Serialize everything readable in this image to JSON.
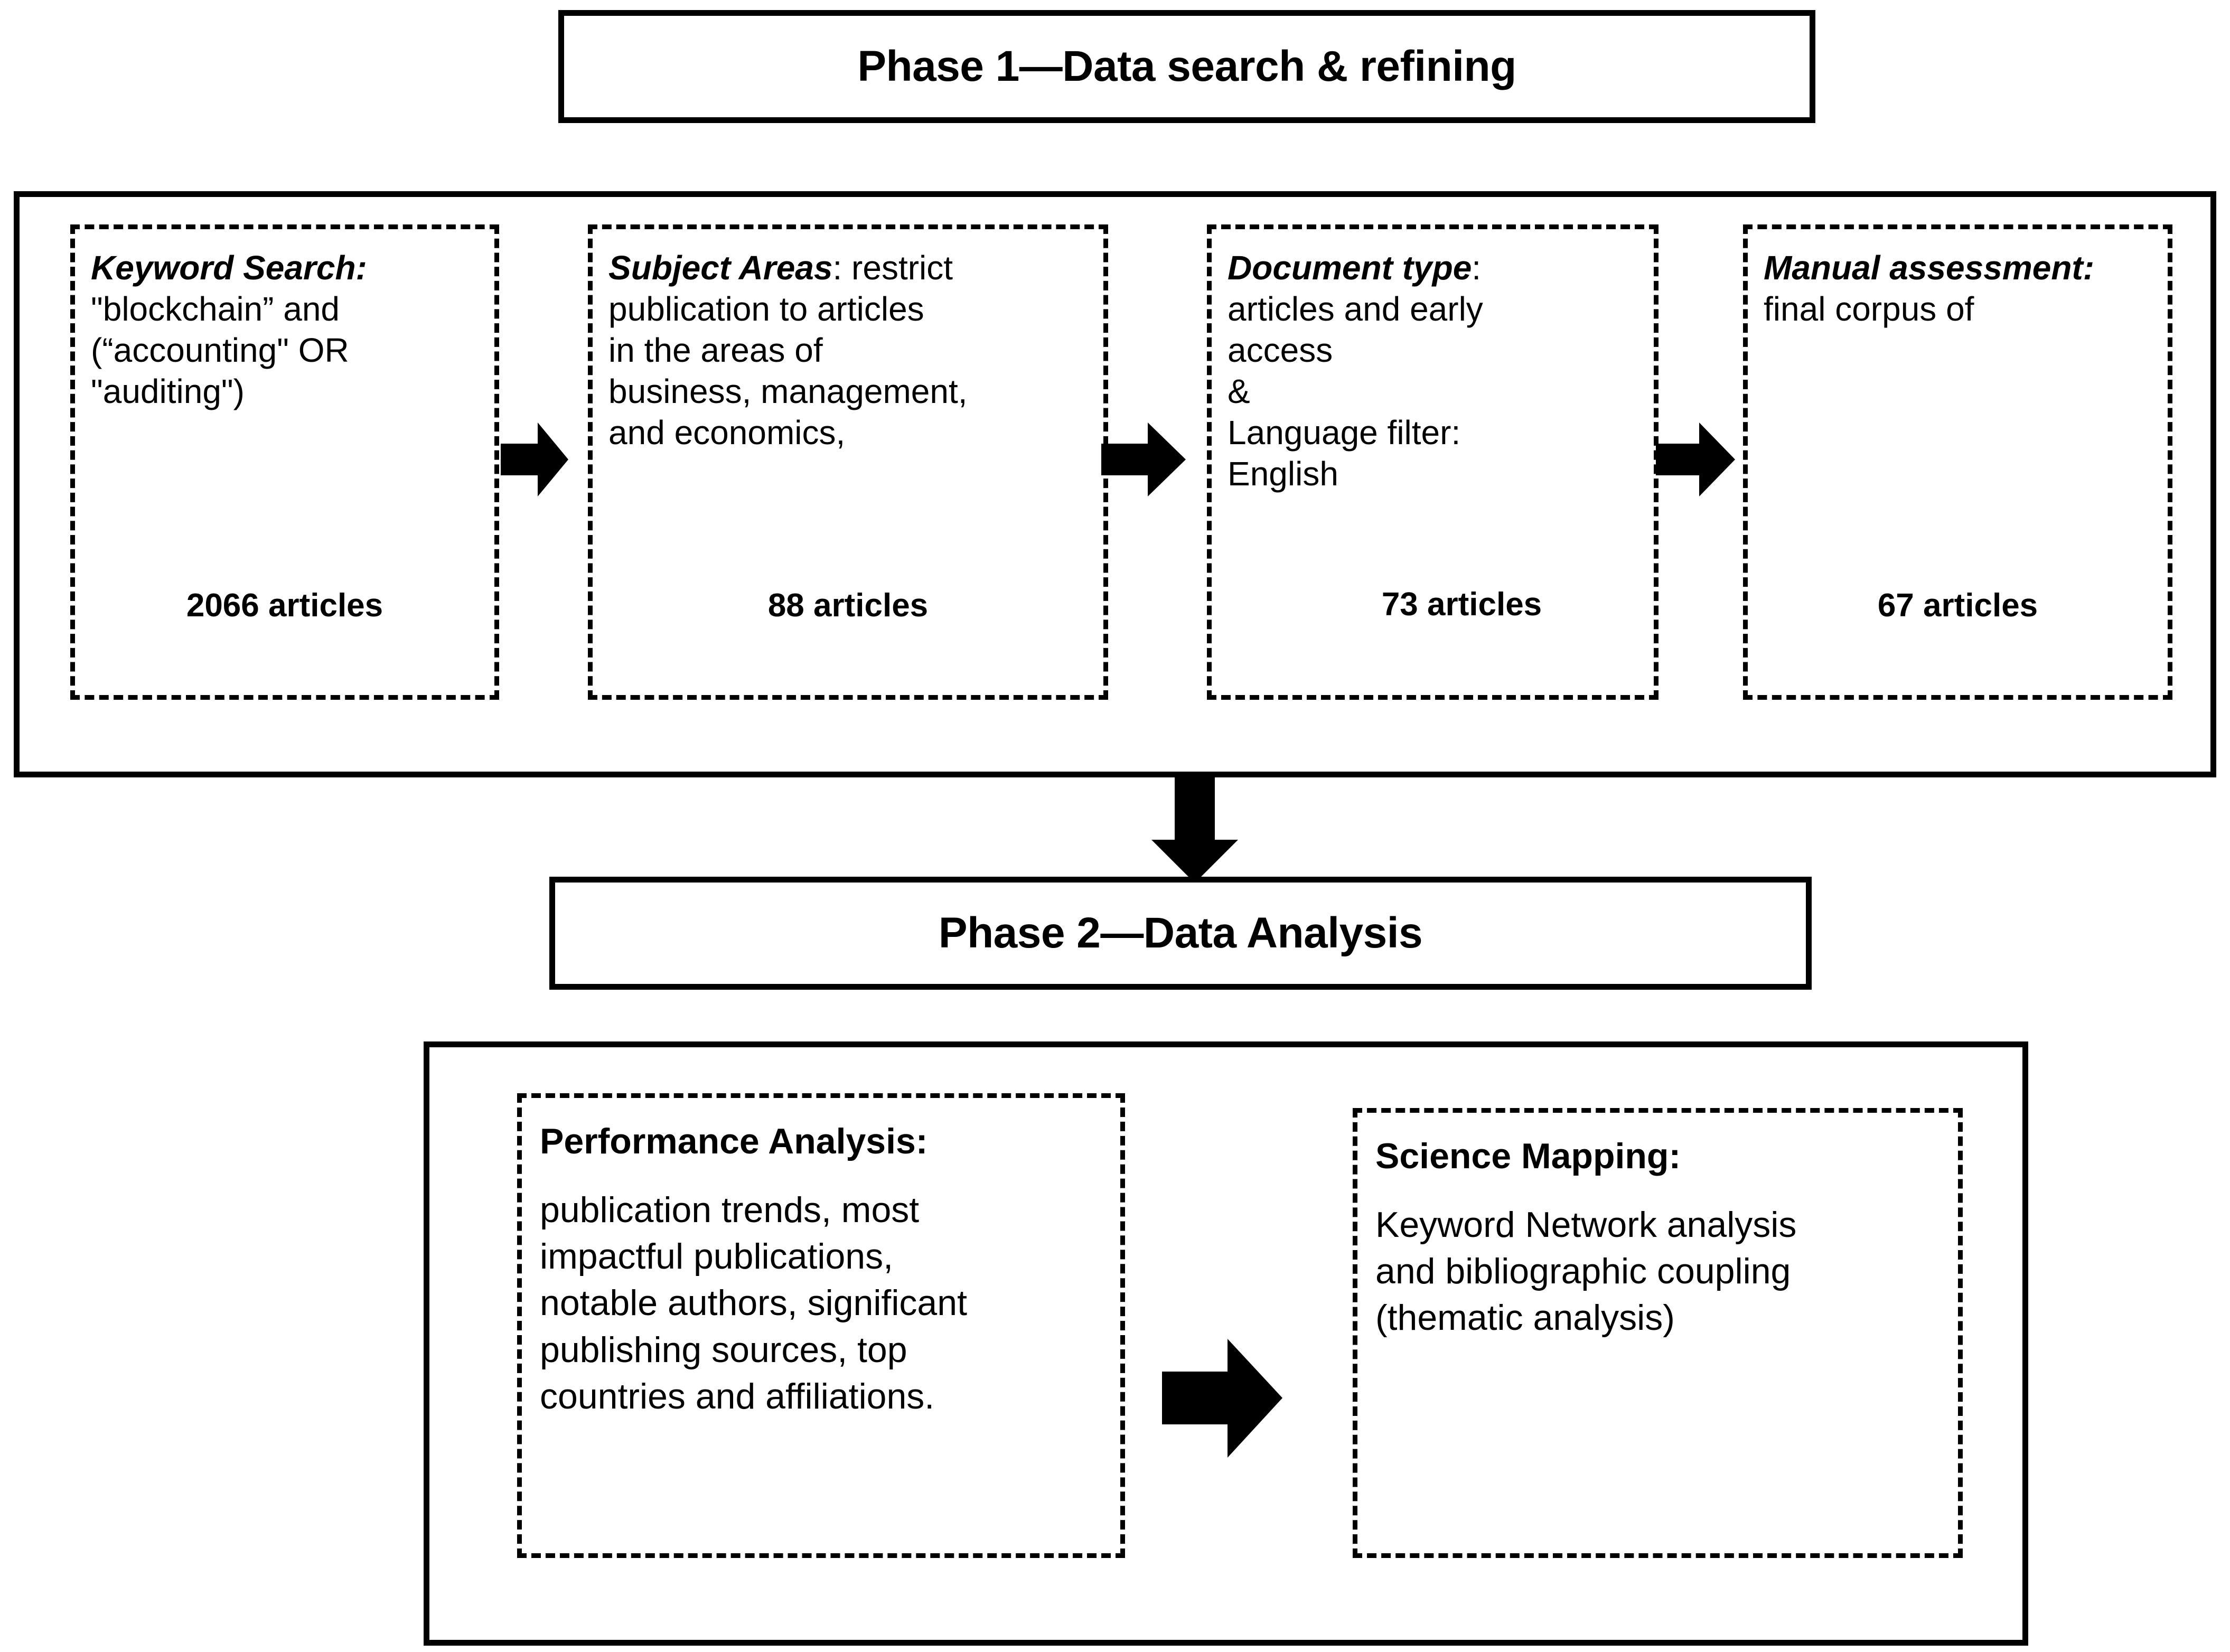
{
  "diagram": {
    "title": "Bibliometric research methodology flowchart",
    "accent_color": "#000000",
    "background_color": "#ffffff"
  },
  "phase1": {
    "banner_label": "Phase 1—Data search & refining",
    "steps": [
      {
        "title": "Keyword Search:",
        "title_plain_suffix": "",
        "body": "\"blockchain” and\n(“accounting\" OR\n\"auditing\")",
        "count": "2066 articles"
      },
      {
        "title": "Subject Areas",
        "title_plain_suffix": ": restrict",
        "body": "publication to articles\nin the areas of\nbusiness, management,\nand economics,",
        "count": "88 articles"
      },
      {
        "title": "Document type",
        "title_plain_suffix": ":",
        "body": "articles and early\naccess\n&\nLanguage filter:\nEnglish",
        "count": "73 articles"
      },
      {
        "title": "Manual assessment:",
        "title_plain_suffix": "",
        "body": "final corpus of",
        "count": "67 articles"
      }
    ]
  },
  "phase2": {
    "banner_label": "Phase 2—Data Analysis",
    "boxes": [
      {
        "title": "Performance Analysis:",
        "body": "publication trends, most\nimpactful publications,\nnotable authors, significant\npublishing sources, top\ncountries and affiliations."
      },
      {
        "title": "Science Mapping:",
        "body": "Keyword Network analysis\nand bibliographic coupling\n(thematic analysis)"
      }
    ]
  },
  "arrows": {
    "step1_to_step2": "right-arrow",
    "step2_to_step3": "right-arrow",
    "step3_to_step4": "right-arrow",
    "phase1_to_phase2": "down-arrow",
    "performance_to_science": "right-arrow"
  }
}
